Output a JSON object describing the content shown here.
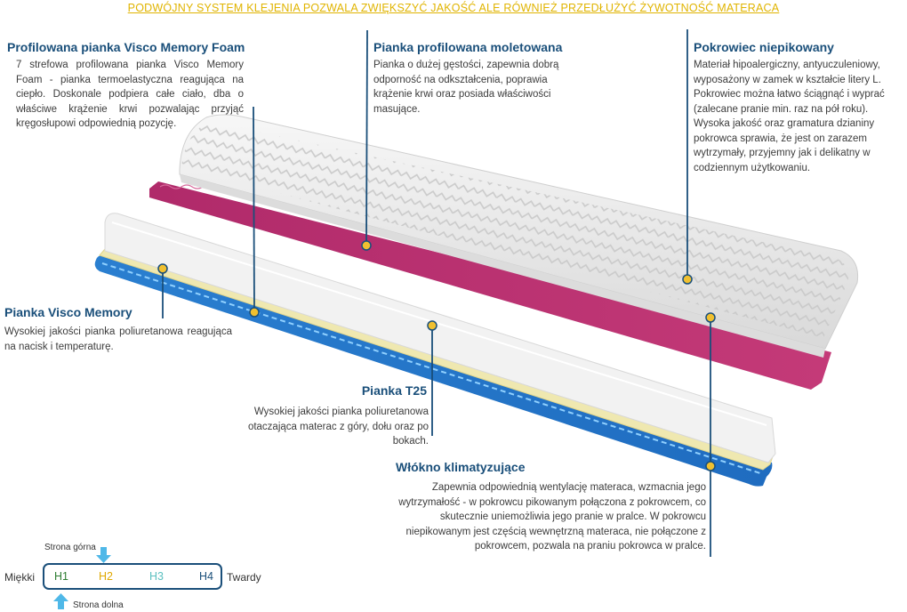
{
  "banner": "PODWÓJNY SYSTEM KLEJENIA POZWALA ZWIĘKSZYĆ JAKOŚĆ ALE RÓWNIEŻ PRZEDŁUŻYĆ ŻYWOTNOŚĆ MATERACA",
  "sections": {
    "visco_foam": {
      "title": "Profilowana pianka Visco Memory Foam",
      "text": "7 strefowa profilowana pianka Visco Memory Foam - pianka termoelastyczna reagująca na ciepło.  Doskonale podpiera całe ciało, dba o właściwe krążenie krwi pozwalając przyjąć kręgosłupowi odpowiednią pozycję."
    },
    "moletowana": {
      "title": "Pianka profilowana moletowana",
      "text": "Pianka o dużej gęstości, zapewnia dobrą odporność na odkształcenia, poprawia krążenie krwi oraz posiada właściwości masujące."
    },
    "pokrowiec": {
      "title": "Pokrowiec  niepikowany",
      "text": "Materiał hipoalergiczny, antyuczuleniowy, wyposażony w zamek w kształcie litery L. Pokrowiec można łatwo ściągnąć i wyprać (zalecane pranie min.  raz na pół roku). Wysoka jakość oraz gramatura dzianiny pokrowca sprawia, że jest on zarazem wytrzymały, przyjemny jak i delikatny w codziennym użytkowaniu."
    },
    "visco_memory": {
      "title": "Pianka Visco Memory",
      "text": "Wysokiej jakości pianka poliuretanowa reagująca na nacisk i temperaturę."
    },
    "t25": {
      "title": "Pianka T25",
      "text": "Wysokiej jakości pianka poliuretanowa otaczająca materac z góry, dołu oraz po bokach."
    },
    "wlokno": {
      "title": "Włókno klimatyzujące",
      "text": "Zapewnia odpowiednią wentylację materaca, wzmacnia jego wytrzymałość - w pokrowcu pikowanym połączona z pokrowcem, co skutecznie uniemożliwia jego pranie w pralce. W pokrowcu niepikowanym jest częścią wewnętrzną materaca, nie połączone z pokrowcem, pozwala na praniu pokrowca w pralce."
    }
  },
  "hardness": {
    "top_label": "Strona górna",
    "bottom_label": "Strona dolna",
    "soft": "Miękki",
    "hard": "Twardy",
    "levels": [
      "H1",
      "H2",
      "H3",
      "H4"
    ]
  },
  "colors": {
    "title": "#1a4f7a",
    "banner": "#e0b400",
    "leader": "#1a4f7a",
    "dot": "#f0c030",
    "h1": "#2e7d32",
    "h2": "#e0a800",
    "h3": "#5bc0c0",
    "h4": "#1a4f7a",
    "arrow": "#4fb8e8"
  }
}
